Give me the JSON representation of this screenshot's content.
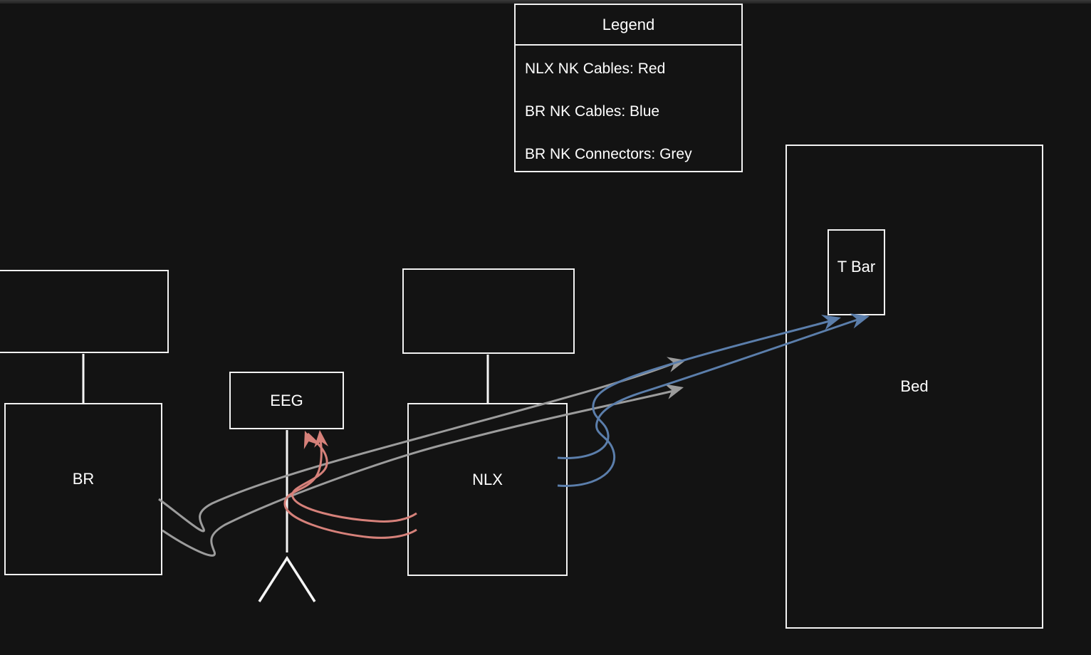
{
  "legend": {
    "title": "Legend",
    "items": [
      "NLX NK Cables: Red",
      "BR NK Cables: Blue",
      "BR NK Connectors: Grey"
    ]
  },
  "nodes": {
    "br": "BR",
    "eeg": "EEG",
    "nlx": "NLX",
    "bed": "Bed",
    "tbar": "T Bar"
  },
  "cables": [
    {
      "id": "nlx-nk-cable-1",
      "color_key": "red",
      "from": "NLX",
      "to": "EEG"
    },
    {
      "id": "nlx-nk-cable-2",
      "color_key": "red",
      "from": "NLX",
      "to": "EEG"
    },
    {
      "id": "br-nk-cable-1",
      "color_key": "blue",
      "from": "NLX",
      "to": "T Bar"
    },
    {
      "id": "br-nk-cable-2",
      "color_key": "blue",
      "from": "NLX",
      "to": "T Bar"
    },
    {
      "id": "br-nk-connector-1",
      "color_key": "grey",
      "from": "BR",
      "to": "BR NK cable"
    },
    {
      "id": "br-nk-connector-2",
      "color_key": "grey",
      "from": "BR",
      "to": "BR NK cable"
    }
  ],
  "colors": {
    "red": "#d6817a",
    "blue": "#5b7eab",
    "grey": "#9c9c9c",
    "white": "#f5f5f5",
    "background": "#131313"
  }
}
